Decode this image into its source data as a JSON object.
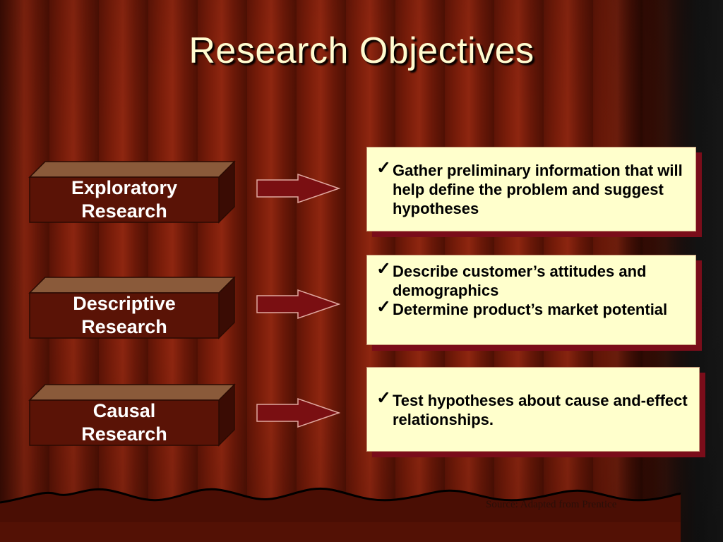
{
  "title": "Research Objectives",
  "rows": [
    {
      "label_lines": [
        "Exploratory",
        "Research"
      ],
      "items": [
        "Gather preliminary information that will help define the problem and suggest hypotheses"
      ]
    },
    {
      "label_lines": [
        "Descriptive",
        "Research"
      ],
      "items": [
        "Describe customer’s attitudes and demographics",
        "Determine product’s market potential"
      ]
    },
    {
      "label_lines": [
        "Causal",
        "Research"
      ],
      "items": [
        "Test hypotheses about cause and-effect relationships."
      ]
    }
  ],
  "source_note": "Source: Adapted from Prentice",
  "colors": {
    "background_curtain": "#7a1d0a",
    "title_text": "#fffbd0",
    "box_front": "#5a1306",
    "panel_fill": "#ffffcc",
    "panel_shadow": "#7a0d1a",
    "arrow_fill": "#7a0f12"
  },
  "icons": {
    "bullet": "checkmark-icon",
    "connector": "arrow-right-icon"
  }
}
